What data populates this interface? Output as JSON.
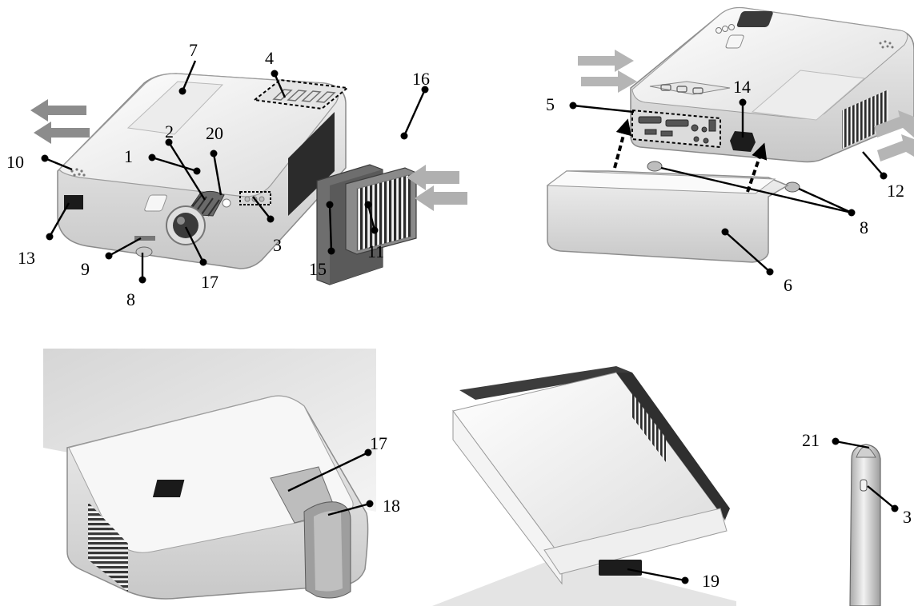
{
  "figure": {
    "panels": [
      {
        "name": "projector-front-view",
        "callouts": [
          "1",
          "2",
          "3",
          "4",
          "7",
          "8",
          "9",
          "10",
          "11",
          "13",
          "15",
          "16",
          "17",
          "20"
        ]
      },
      {
        "name": "projector-rear-view",
        "callouts": [
          "5",
          "6",
          "8",
          "12",
          "14"
        ]
      },
      {
        "name": "ultra-short-throw-lens-view",
        "callouts": [
          "17",
          "18"
        ]
      },
      {
        "name": "ceiling-mount-view",
        "callouts": [
          "19"
        ]
      },
      {
        "name": "interactive-pen-view",
        "callouts": [
          "21",
          "3"
        ]
      }
    ]
  },
  "labels": {
    "p1": {
      "n7": "7",
      "n4": "4",
      "n16": "16",
      "n10": "10",
      "n2": "2",
      "n20": "20",
      "n1": "1",
      "n13": "13",
      "n9": "9",
      "n8": "8",
      "n17": "17",
      "n3": "3",
      "n15": "15",
      "n11": "11"
    },
    "p2": {
      "n5": "5",
      "n14": "14",
      "n12": "12",
      "n8": "8",
      "n6": "6"
    },
    "p3": {
      "n17": "17",
      "n18": "18"
    },
    "p4": {
      "n19": "19"
    },
    "p5": {
      "n21": "21",
      "n3": "3"
    }
  },
  "colors": {
    "body_light": "#f2f2f2",
    "body_mid": "#d9d9d9",
    "body_dark": "#9a9a9a",
    "vent": "#2b2b2b",
    "arrow_gray": "#a6a6a6",
    "ink": "#000000"
  }
}
